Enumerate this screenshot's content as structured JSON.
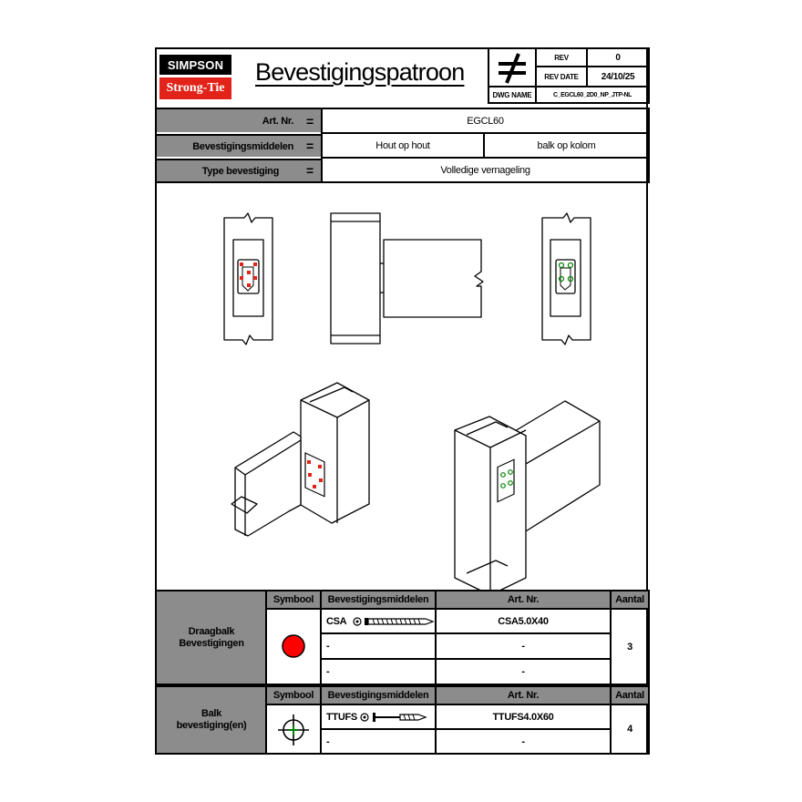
{
  "header": {
    "brand_top": "SIMPSON",
    "brand_bottom": "Strong-Tie",
    "title": "Bevestigingspatroon",
    "rev_label": "REV",
    "rev_value": "0",
    "rev_date_label": "REV DATE",
    "rev_date_value": "24/10/25",
    "dwg_name_label": "DWG NAME",
    "dwg_name_value": "C_EGCL60_2D0_NP_JTP-NL",
    "symbol_icon": "not-equal-icon"
  },
  "info": {
    "eq": "=",
    "art_label": "Art. Nr.",
    "art_value": "EGCL60",
    "fastener_label": "Bevestigingsmiddelen",
    "fastener_value_1": "Hout op hout",
    "fastener_value_2": "balk op kolom",
    "type_label": "Type bevestiging",
    "type_value": "Volledige vernageling"
  },
  "table1": {
    "section_title": "Draagbalk\nBevestigingen",
    "col_symbol": "Symbool",
    "col_fastener": "Bevestigingsmiddelen",
    "col_art": "Art. Nr.",
    "col_qty": "Aantal",
    "rows": [
      {
        "fastener": "CSA",
        "art": "CSA5.0X40"
      },
      {
        "fastener": "-",
        "art": "-"
      },
      {
        "fastener": "-",
        "art": "-"
      }
    ],
    "qty": "3",
    "symbol_color": "#ff0000"
  },
  "table2": {
    "section_title": "Balk\nbevestiging(en)",
    "col_symbol": "Symbool",
    "col_fastener": "Bevestigingsmiddelen",
    "col_art": "Art. Nr.",
    "col_qty": "Aantal",
    "rows": [
      {
        "fastener": "TTUFS",
        "art": "TTUFS4.0X60"
      },
      {
        "fastener": "-",
        "art": "-"
      }
    ],
    "qty": "4",
    "symbol_color": "#008000"
  },
  "colors": {
    "header_gray": "#8c8c8c",
    "brand_red": "#e2231a",
    "brand_black": "#000000"
  }
}
